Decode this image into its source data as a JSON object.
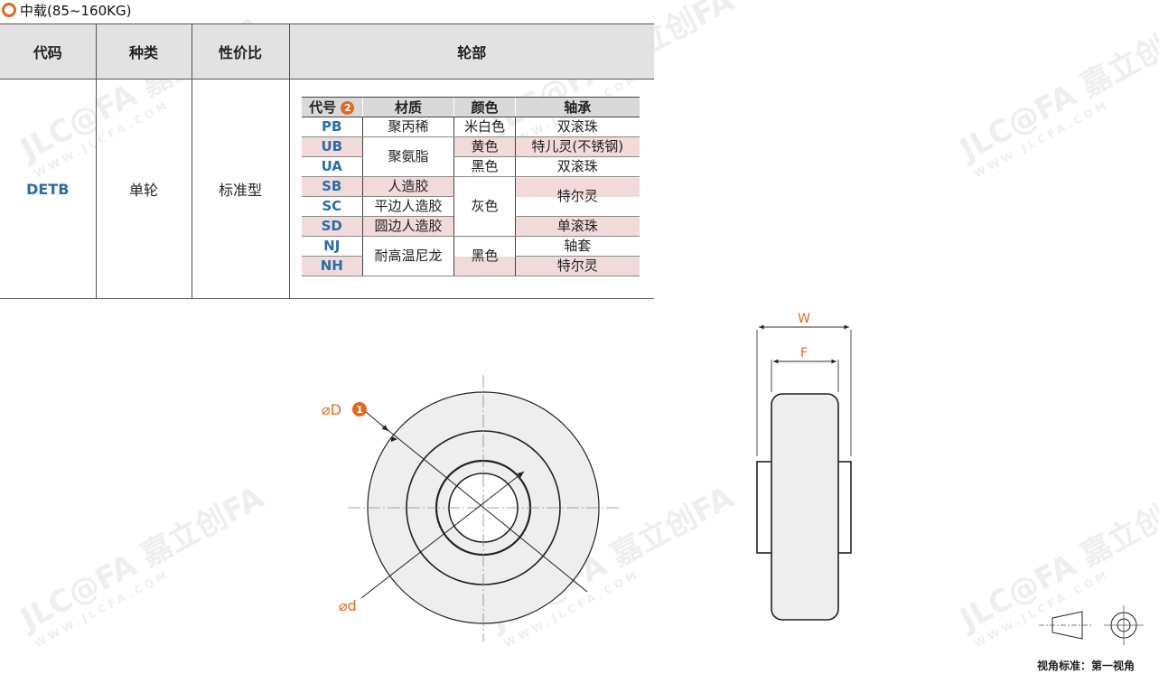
{
  "heading": "中载(85~160KG)",
  "headers": [
    "代码",
    "种类",
    "性价比",
    "轮部"
  ],
  "row": {
    "code": "DETB",
    "kind": "单轮",
    "value": "标准型"
  },
  "inner_headers": {
    "code": "代号",
    "code_badge": "2",
    "material": "材质",
    "color": "颜色",
    "bearing": "轴承"
  },
  "inner_rows": [
    {
      "code": "PB",
      "material": "聚丙稀",
      "color": "米白色",
      "bearing": "双滚珠"
    },
    {
      "code": "UB",
      "material": "聚氨脂",
      "color": "黄色",
      "bearing": "特儿灵(不锈钢)"
    },
    {
      "code": "UA",
      "material": "",
      "color": "黑色",
      "bearing": "双滚珠"
    },
    {
      "code": "SB",
      "material": "人造胶",
      "color": "灰色",
      "bearing": "特尔灵"
    },
    {
      "code": "SC",
      "material": "平边人造胶",
      "color": "",
      "bearing": ""
    },
    {
      "code": "SD",
      "material": "圆边人造胶",
      "color": "",
      "bearing": "单滚珠"
    },
    {
      "code": "NJ",
      "material": "耐高温尼龙",
      "color": "黑色",
      "bearing": "轴套"
    },
    {
      "code": "NH",
      "material": "",
      "color": "",
      "bearing": "特尔灵"
    }
  ],
  "drawing": {
    "dia_D": "⌀D",
    "dia_D_badge": "1",
    "dia_d": "⌀d",
    "W": "W",
    "F": "F",
    "view_label": "视角标准：第一视角"
  },
  "watermark": {
    "brand": "嘉立创FA",
    "logo": "JLC@FA",
    "url": "WWW.JLCFA.COM"
  },
  "colors": {
    "accent": "#e2681f",
    "code_blue": "#2a6ea8",
    "pink_row": "#f1dada",
    "header_gray": "#e2e2e2"
  }
}
